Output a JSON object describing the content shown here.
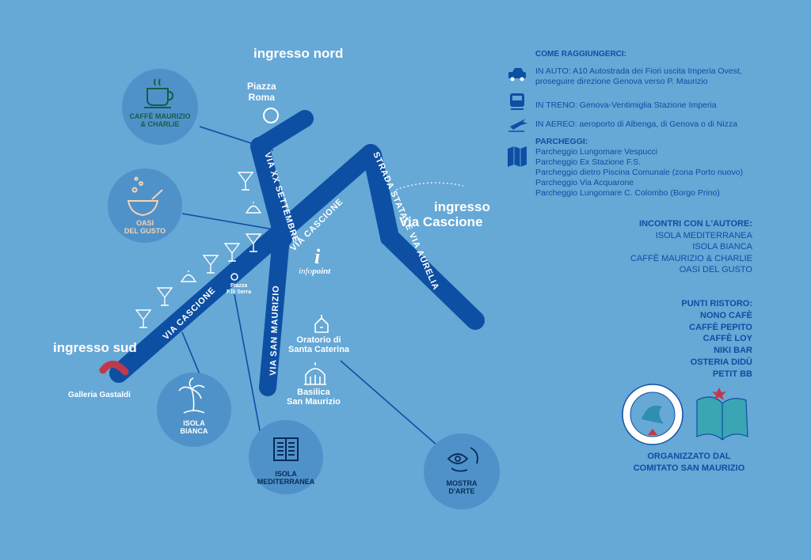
{
  "labels": {
    "ingresso_nord": "ingresso nord",
    "ingresso_sud": "ingresso sud",
    "ingresso_via_cascione": [
      "ingresso",
      "Via Cascione"
    ],
    "piazza_roma": [
      "Piazza",
      "Roma"
    ],
    "galleria": "Galleria Gastaldi",
    "oratorio": [
      "Oratorio di",
      "Santa Caterina"
    ],
    "basilica": [
      "Basilica",
      "San Maurizio"
    ],
    "piazza_serra": [
      "Piazza",
      "F.lli Serra"
    ],
    "info": "i",
    "info_a": "info",
    "info_b": "point"
  },
  "streets": {
    "via_xx_settembre": "VIA XX SETTEMBRE",
    "via_cascione_upper": "VIA CASCIONE",
    "via_cascione_lower": "VIA CASCIONE",
    "via_san_maurizio": "VIA SAN MAURIZIO",
    "strada_statale": "STRADA STATALE VIA AURELIA"
  },
  "pois": {
    "caffe": [
      "CAFFÈ MAURIZIO",
      "& CHARLIE"
    ],
    "oasi": [
      "OASI",
      "DEL GUSTO"
    ],
    "isola_bianca": [
      "ISOLA",
      "BIANCA"
    ],
    "isola_med": [
      "ISOLA",
      "MEDITERRANEA"
    ],
    "mostra": [
      "MOSTRA",
      "D'ARTE"
    ]
  },
  "info_panel": {
    "come_title": "COME RAGGIUNGERCI:",
    "auto": [
      "IN AUTO: A10 Autostrada dei Fiori uscita Imperia Ovest,",
      "proseguire direzione Genova verso P. Maurizio"
    ],
    "treno": "IN TRENO: Genova-Ventimiglia Stazione Imperia",
    "aereo": "IN AEREO: aeroporto di Albenga, di Genova o di Nizza",
    "parcheggi_title": "PARCHEGGI:",
    "parcheggi": [
      "Parcheggio Lungomare Vespucci",
      "Parcheggio Ex Stazione F.S.",
      "Parcheggio dietro Piscina Comunale (zona Porto nuovo)",
      "Parcheggio Via Acquarone",
      "Parcheggio Lungomare C. Colombo (Borgo Prino)"
    ],
    "incontri_title": "INCONTRI CON L'AUTORE:",
    "incontri": [
      "ISOLA MEDITERRANEA",
      "ISOLA BIANCA",
      "CAFFÈ MAURIZIO & CHARLIE",
      "OASI DEL GUSTO"
    ],
    "ristoro_title": "PUNTI RISTORO:",
    "ristoro": [
      "NONO CAFÈ",
      "CAFFÈ PEPITO",
      "CAFFÈ LOY",
      "NIKI BAR",
      "OSTERIA DIDÙ",
      "PETIT BB"
    ],
    "organizzato": [
      "ORGANIZZATO DAL",
      "COMITATO SAN MAURIZIO"
    ]
  },
  "colors": {
    "background": "#66a8d6",
    "road": "#0d4fa3",
    "poi_circle": "#4f92ca",
    "caffe_label": "#1b5a46",
    "oasi_label": "#f3d3b5",
    "galleria_arc": "#c0394b"
  },
  "icons": [
    "coffee-cup-icon",
    "cooking-pot-icon",
    "palm-tree-icon",
    "open-book-icon",
    "eye-art-icon",
    "cocktail-glass-icon",
    "cloche-icon",
    "car-icon",
    "train-icon",
    "plane-icon",
    "parking-map-icon",
    "church-icon",
    "basilica-icon",
    "info-icon",
    "comitato-logo",
    "book-logo"
  ]
}
